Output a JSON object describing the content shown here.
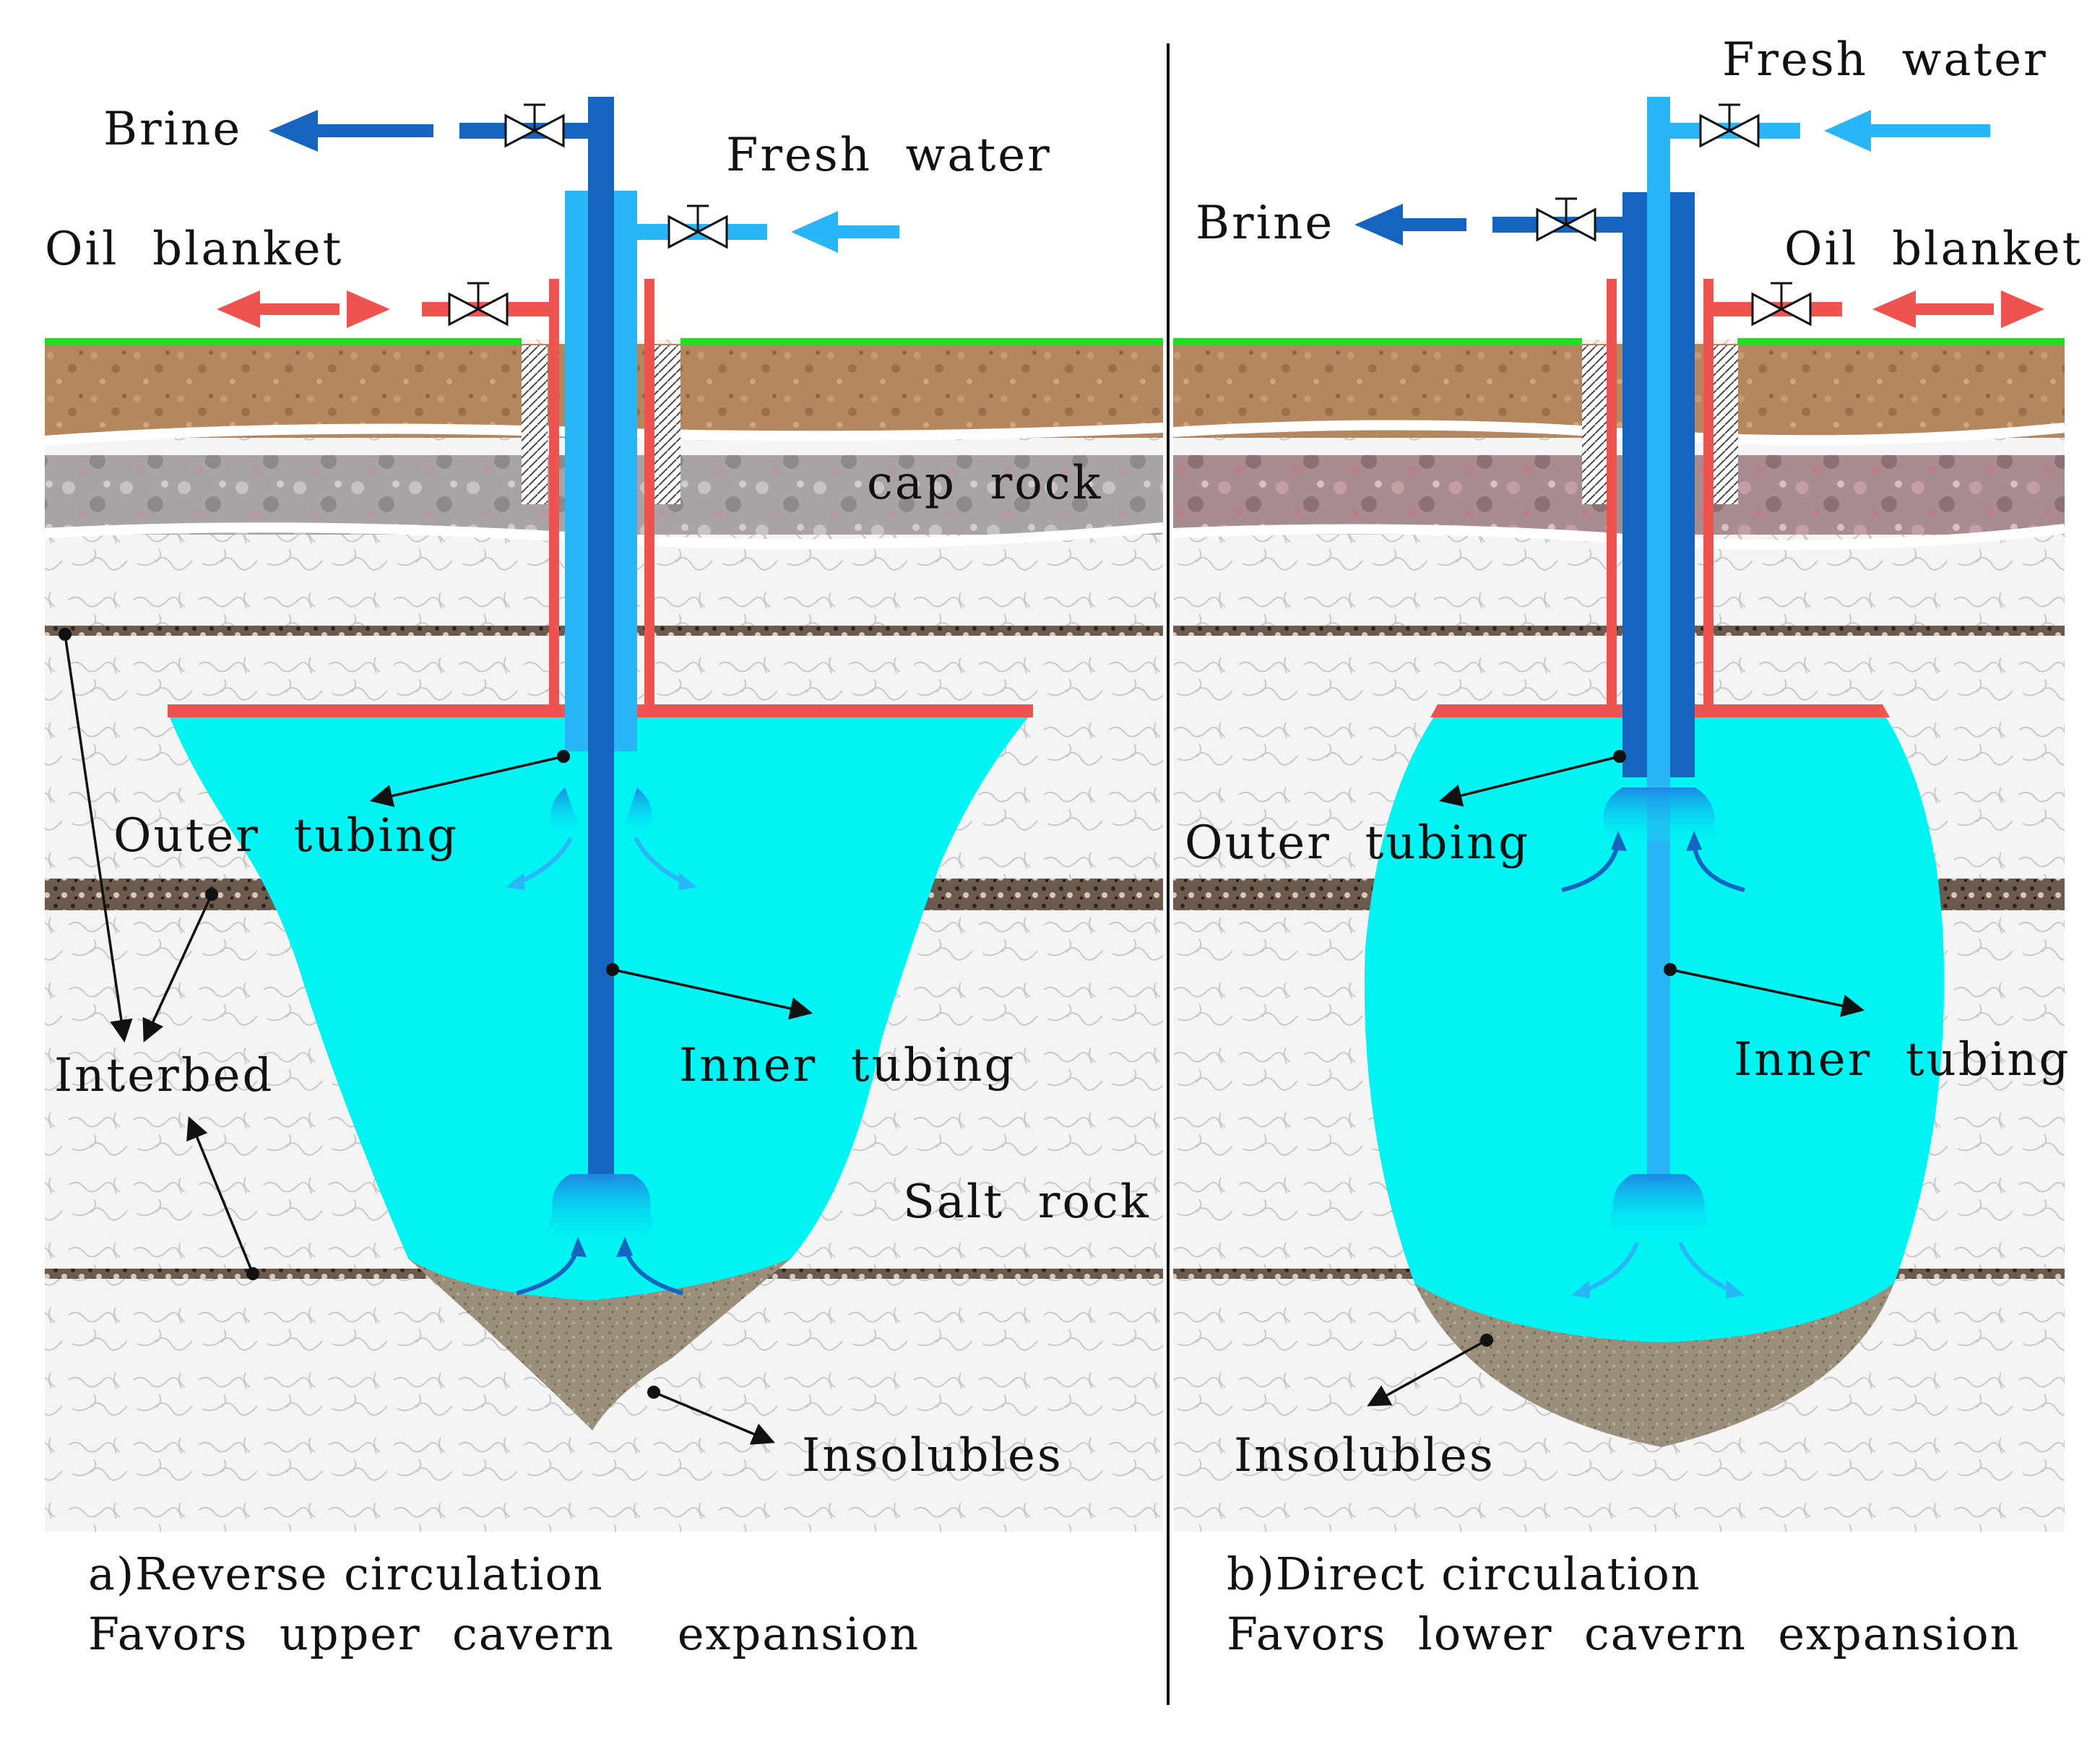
{
  "panel_a": {
    "labels": {
      "brine": "Brine",
      "fresh_water": "Fresh  water",
      "oil_blanket": "Oil  blanket",
      "cap_rock": "cap  rock",
      "outer_tubing": "Outer  tubing",
      "inner_tubing": "Inner  tubing",
      "interbed": "Interbed",
      "salt_rock": "Salt  rock",
      "insolubles": "Insolubles"
    },
    "caption_line1": "a)Reverse circulation",
    "caption_line2": "Favors  upper  cavern    expansion"
  },
  "panel_b": {
    "labels": {
      "fresh_water": "Fresh  water",
      "brine": "Brine",
      "oil_blanket": "Oil  blanket",
      "outer_tubing": "Outer  tubing",
      "inner_tubing": "Inner  tubing",
      "insolubles": "Insolubles"
    },
    "caption_line1": "b)Direct circulation",
    "caption_line2": "Favors  lower  cavern  expansion"
  },
  "colors": {
    "brine": "#1565c0",
    "fresh_water": "#29b6f6",
    "oil_blanket": "#ef5350",
    "cavern": "#00f4f4",
    "ground_line": "#22dd22",
    "soil": "#b5875e",
    "cap_rock": "#a59a98",
    "salt_rock": "#f2f2f2",
    "interbed": "#5a4a40",
    "insolubles": "#9b8f7c"
  }
}
